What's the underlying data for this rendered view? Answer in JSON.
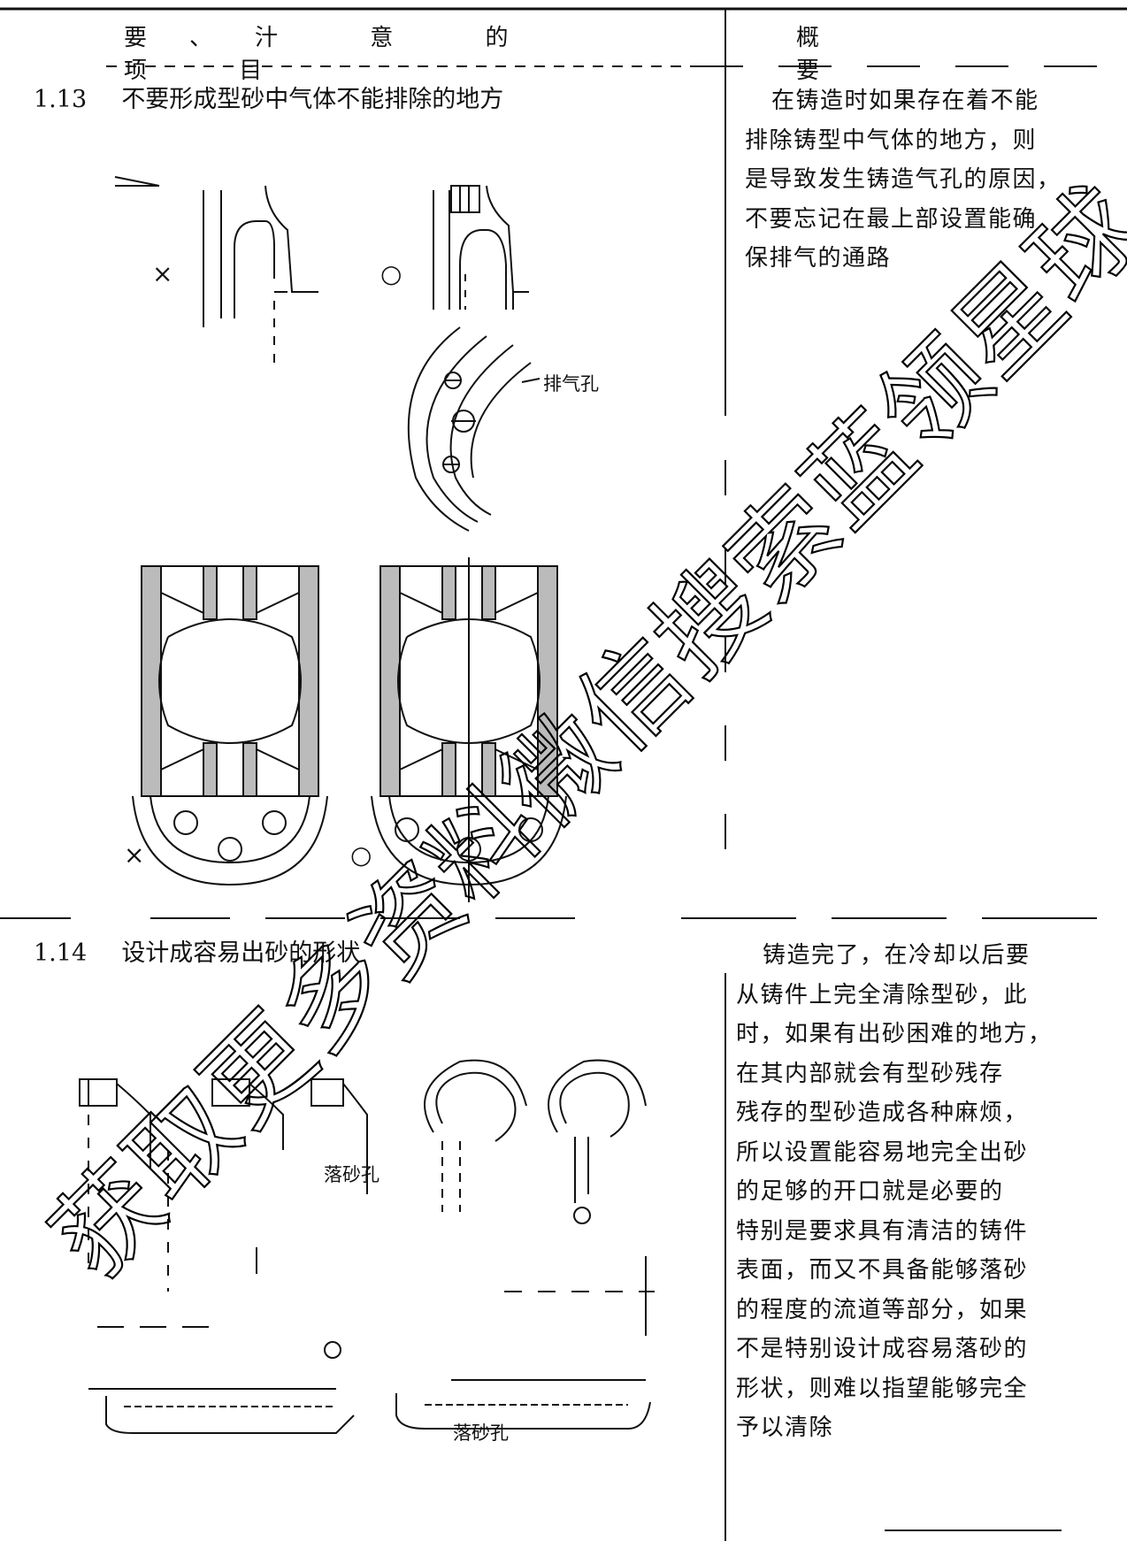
{
  "header": {
    "col1_label": "要、汁 意 的 项 目",
    "col2_label": "概 要"
  },
  "sections": [
    {
      "number": "1.13",
      "title": "不要形成型砂中气体不能排除的地方",
      "summary_lines": [
        "在铸造时如果存在着不能",
        "排除铸型中气体的地方，则",
        "是导致发生铸造气孔的原因，",
        "不要忘记在最上部设置能确",
        "保排气的通路"
      ],
      "figure_labels": {
        "bad_mark": "×",
        "good_mark": "○",
        "vent_hole": "排气孔"
      }
    },
    {
      "number": "1.14",
      "title": "设计成容易出砂的形状",
      "summary_lines": [
        "铸造完了，在冷却以后要",
        "从铸件上完全清除型砂，此",
        "时，如果有出砂困难的地方，",
        "在其内部就会有型砂残存",
        "残存的型砂造成各种麻烦，",
        "所以设置能容易地完全出砂",
        "的足够的开口就是必要的",
        "特别是要求具有清洁的铸件",
        "表面，而又不具备能够落砂",
        "的程度的流道等部分，如果",
        "不是特别设计成容易落砂的",
        "形状，则难以指望能够完全",
        "予以清除"
      ],
      "figure_labels": {
        "drop_hole_1": "落砂孔",
        "drop_hole_2": "落砂孔"
      }
    }
  ],
  "watermark": {
    "text": "获取更多资料微信搜索蓝领星球",
    "color": "#000000"
  }
}
